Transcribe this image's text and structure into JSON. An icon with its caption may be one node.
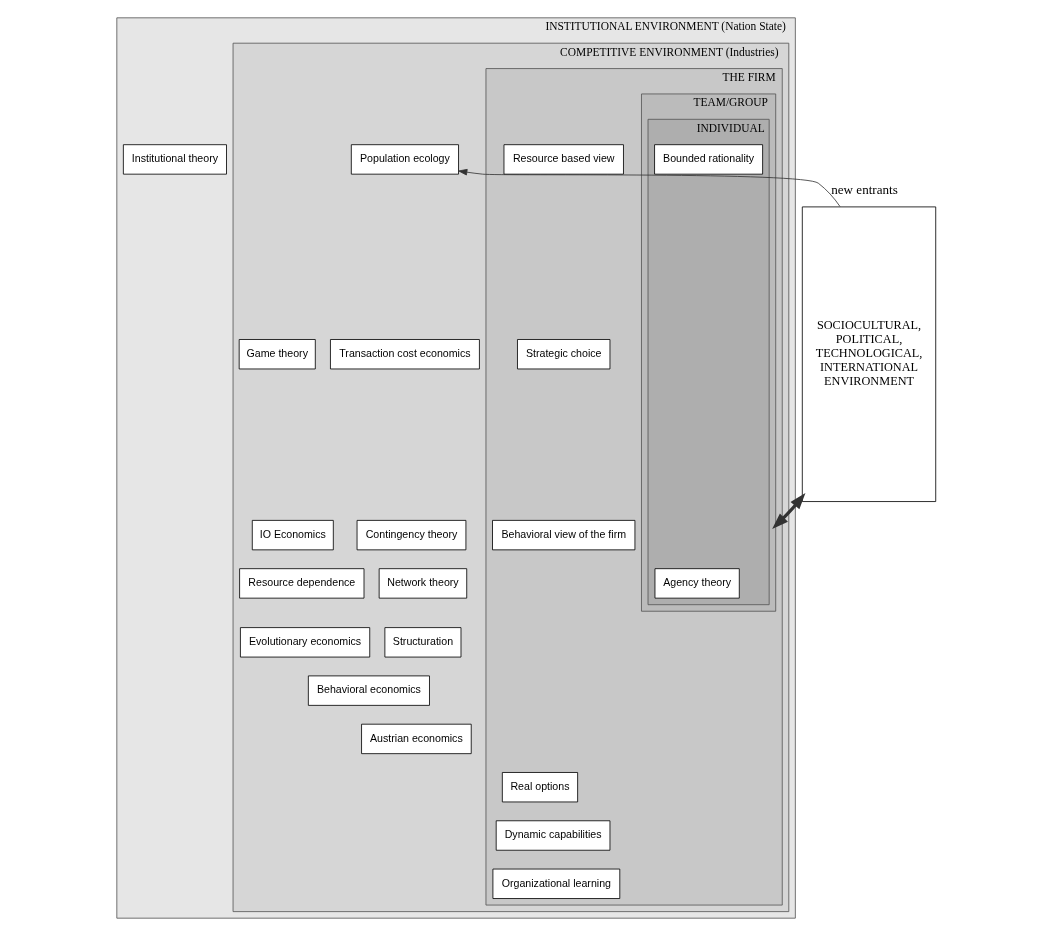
{
  "diagram": {
    "nodes": [
      {
        "text": [
          "INSTITUTIONAL ENVIRONMENT (Nation State)"
        ]
      },
      {
        "text": [
          "COMPETITIVE ENVIRONMENT (Industries)"
        ],
        "in": 0
      },
      {
        "text": [
          "Game theory"
        ],
        "in": 1
      },
      {
        "text": [
          "Population ecology"
        ],
        "in": 1
      },
      {
        "text": [
          "THE FIRM"
        ],
        "in": 1
      },
      {
        "text": [
          "Real options"
        ],
        "in": 4
      },
      {
        "text": [
          "IO Economics"
        ],
        "in": 1
      },
      {
        "text": [
          "Resource based view"
        ],
        "in": 4
      },
      {
        "text": [
          "Institutional theory"
        ],
        "in": 0
      },
      {
        "text": [
          "Dynamic capabilities"
        ],
        "in": 4
      },
      {
        "text": [
          "Transaction cost economics"
        ],
        "in": 1
      },
      {
        "text": [
          "Strategic choice"
        ],
        "in": 4
      },
      {
        "text": [
          "Resource dependence"
        ],
        "in": 1
      },
      {
        "text": [
          "Contingency theory"
        ],
        "in": 1
      },
      {
        "text": [
          "Organizational learning"
        ],
        "in": 4
      },
      {
        "text": [
          "Behavioral view of the firm"
        ],
        "in": 4
      },
      {
        "text": [
          "Evolutionary economics"
        ],
        "in": 1
      },
      {
        "text": [
          "TEAM/GROUP"
        ],
        "in": 4
      },
      {
        "text": [
          "INDIVIDUAL"
        ],
        "in": 17
      },
      {
        "text": [
          "Network theory"
        ],
        "in": 1
      },
      {
        "text": [
          "Agency theory"
        ],
        "in": 18
      },
      {
        "text": [
          "Behavioral economics"
        ],
        "in": 1
      },
      {
        "text": [
          "Structuration"
        ],
        "in": 1
      },
      {
        "text": [
          "Austrian economics"
        ],
        "in": 1
      },
      {
        "text": [
          "Bounded rationality"
        ],
        "in": 18
      },
      {
        "text": [
          "SOCIOCULTURAL, POLITICAL, TECHNOLOGICAL, INTERNATIONAL ENVIRONMENT"
        ]
      }
    ],
    "edges": [
      {
        "from": 25,
        "to": 3,
        "arrow": "to",
        "label": "new entrants"
      },
      {
        "from": 25,
        "to": 17,
        "arrow": "both",
        "style": "thick"
      }
    ]
  }
}
